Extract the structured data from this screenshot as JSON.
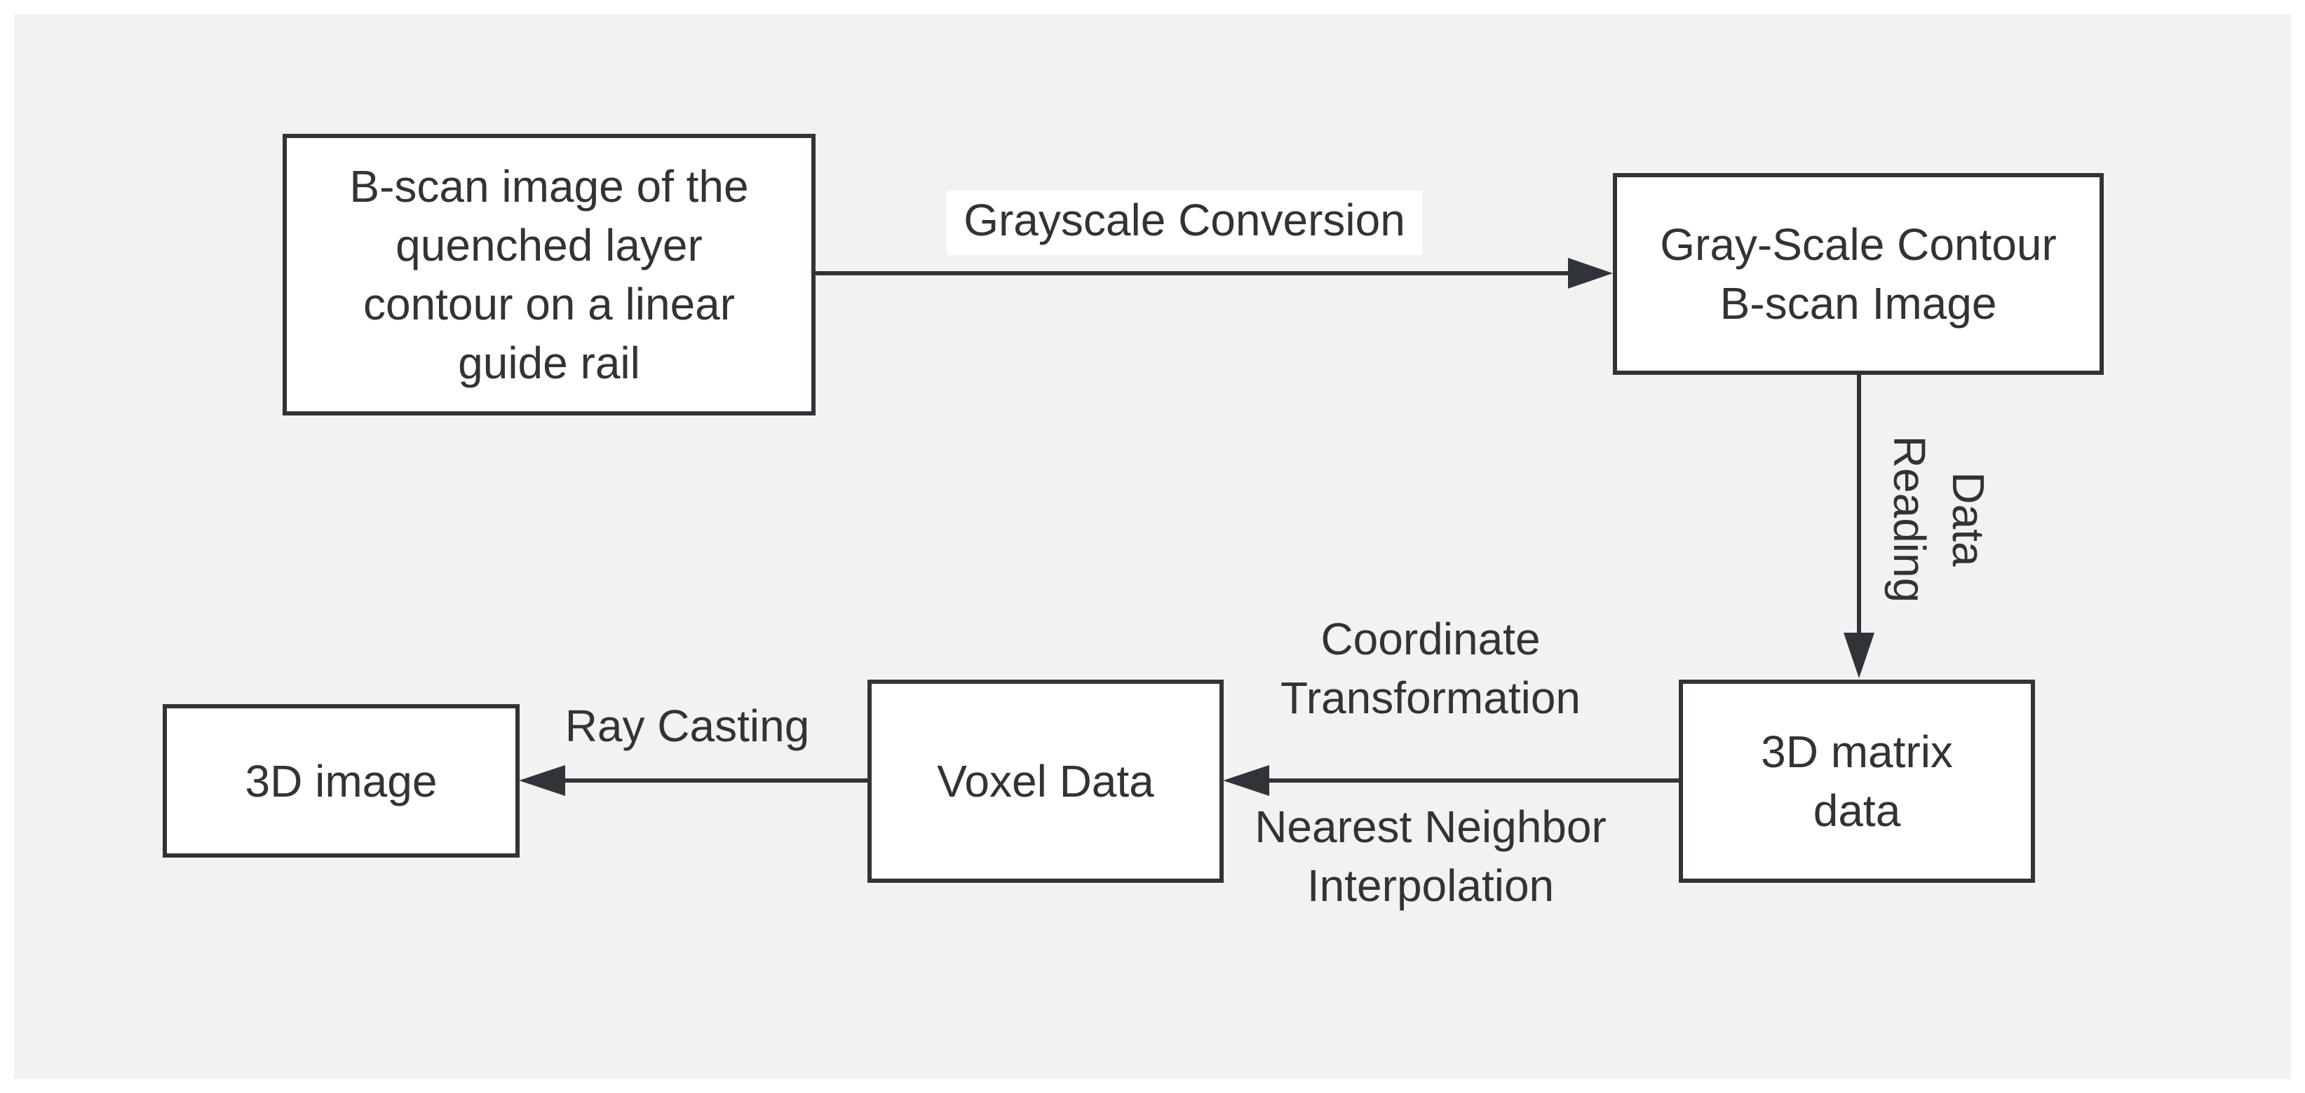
{
  "diagram": {
    "colors": {
      "background": "#f2f2f2",
      "node_fill": "#ffffff",
      "stroke": "#303438",
      "text": "#333333"
    },
    "nodes": {
      "bscan_source": "B-scan image of the quenched layer contour on a linear guide rail",
      "grayscale_image": "Gray-Scale Contour B-scan Image",
      "matrix_data": "3D matrix data",
      "voxel_data": "Voxel Data",
      "image_3d": "3D image"
    },
    "edges": {
      "grayscale_conversion": "Grayscale Conversion",
      "data_reading": "Data Reading",
      "coordinate_transformation": "Coordinate Transformation",
      "nearest_neighbor_interpolation": "Nearest Neighbor Interpolation",
      "ray_casting": "Ray Casting"
    }
  }
}
